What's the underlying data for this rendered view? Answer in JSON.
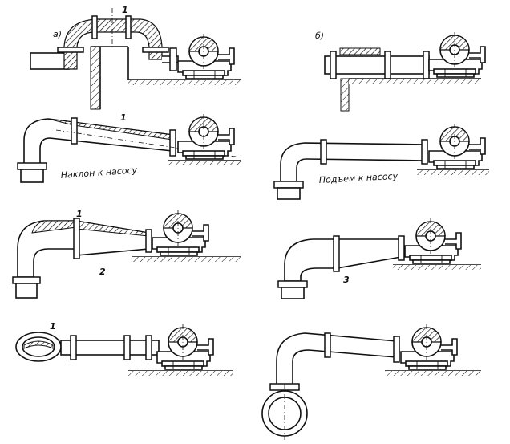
{
  "panels": {
    "left_label": "а)",
    "right_label": "б)"
  },
  "callouts": {
    "n1": "1",
    "n2": "2",
    "n3": "3"
  },
  "annotations": {
    "slope_to_pump": "Наклон к насосу",
    "rise_to_pump": "Подъем к насосу"
  },
  "colors": {
    "ink": "#111111",
    "paper": "#ffffff"
  }
}
